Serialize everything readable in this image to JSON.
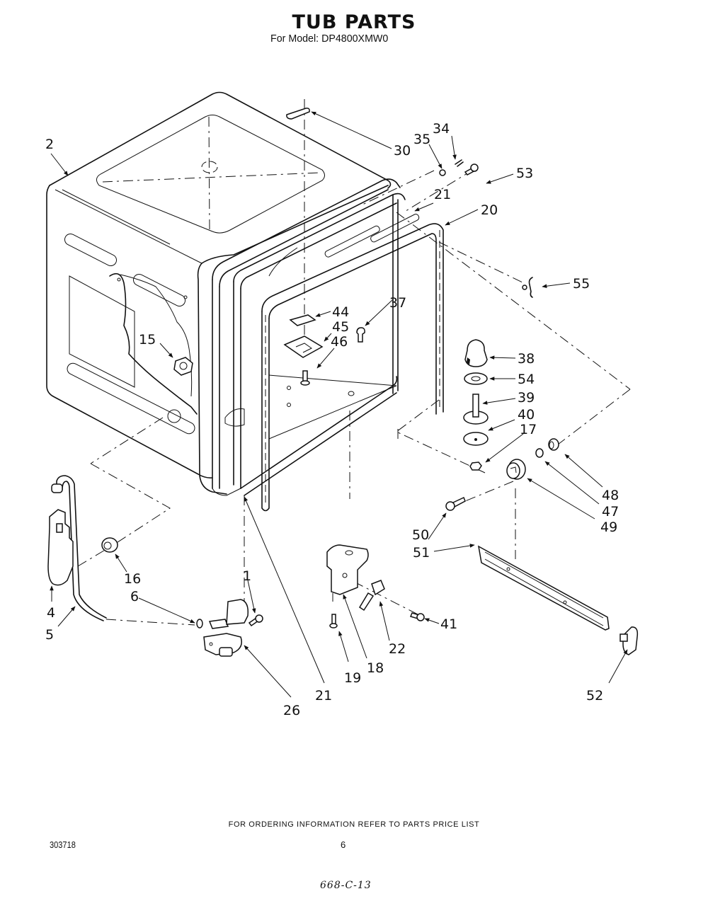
{
  "header": {
    "title": "TUB PARTS",
    "subtitle": "For Model: DP4800XMW0"
  },
  "callouts": {
    "c1": "1",
    "c2": "2",
    "c4": "4",
    "c5": "5",
    "c6": "6",
    "c15": "15",
    "c16": "16",
    "c17": "17",
    "c18": "18",
    "c19": "19",
    "c20": "20",
    "c21a": "21",
    "c21b": "21",
    "c22": "22",
    "c26": "26",
    "c30": "30",
    "c34": "34",
    "c35": "35",
    "c37": "37",
    "c38": "38",
    "c39": "39",
    "c40": "40",
    "c41": "41",
    "c44": "44",
    "c45": "45",
    "c46": "46",
    "c47": "47",
    "c48": "48",
    "c49": "49",
    "c50": "50",
    "c51": "51",
    "c52": "52",
    "c53": "53",
    "c54": "54",
    "c55": "55"
  },
  "footer": {
    "ordering_note": "FOR ORDERING INFORMATION REFER TO PARTS PRICE LIST",
    "doc_number": "303718",
    "page_number": "6",
    "handwritten_code": "668-C-13"
  }
}
